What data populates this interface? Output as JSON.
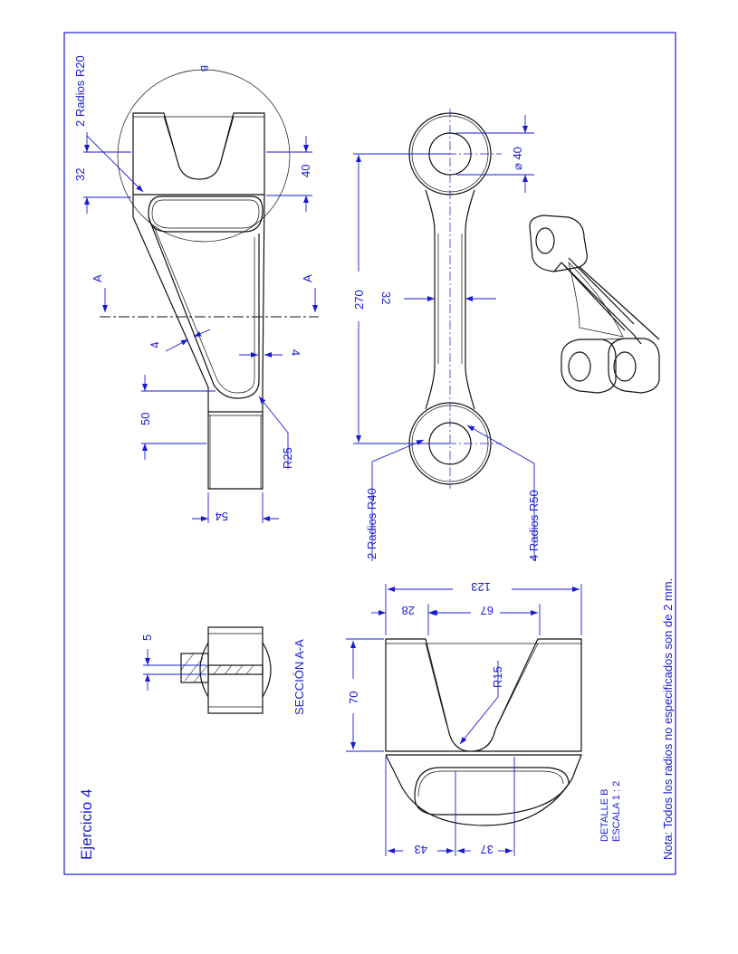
{
  "sheet": {
    "title": "Ejercicio 4",
    "note": "Nota: Todos los radios no especificados son de 2 mm.",
    "border_color": "#1a1ad6"
  },
  "main_view": {
    "labels": {
      "radios_r20": "2 Radios R20",
      "detail_mark": "B",
      "section_mark": "A",
      "dim_32": "32",
      "dim_40": "40",
      "dim_4a": "4",
      "dim_4b": "4",
      "dim_50": "50",
      "dim_54": "54",
      "radius_r25": "R25"
    }
  },
  "side_view": {
    "labels": {
      "dia_40": "⌀ 40",
      "dim_270": "270",
      "dim_32": "32",
      "radios_r40": "2 Radios R40",
      "radios_r50": "4 Radios R50"
    }
  },
  "section_view": {
    "caption": "SECCIÓN A-A",
    "dim_5": "5"
  },
  "detail_view": {
    "caption_line1": "DETALLE B",
    "caption_line2": "ESCALA 1 : 2",
    "dim_123": "123",
    "dim_28": "28",
    "dim_67": "67",
    "dim_70": "70",
    "radius_r15": "R15",
    "dim_43": "43",
    "dim_37": "37"
  },
  "icons": [
    "section-arrow-icon",
    "dimension-arrow-icon"
  ]
}
